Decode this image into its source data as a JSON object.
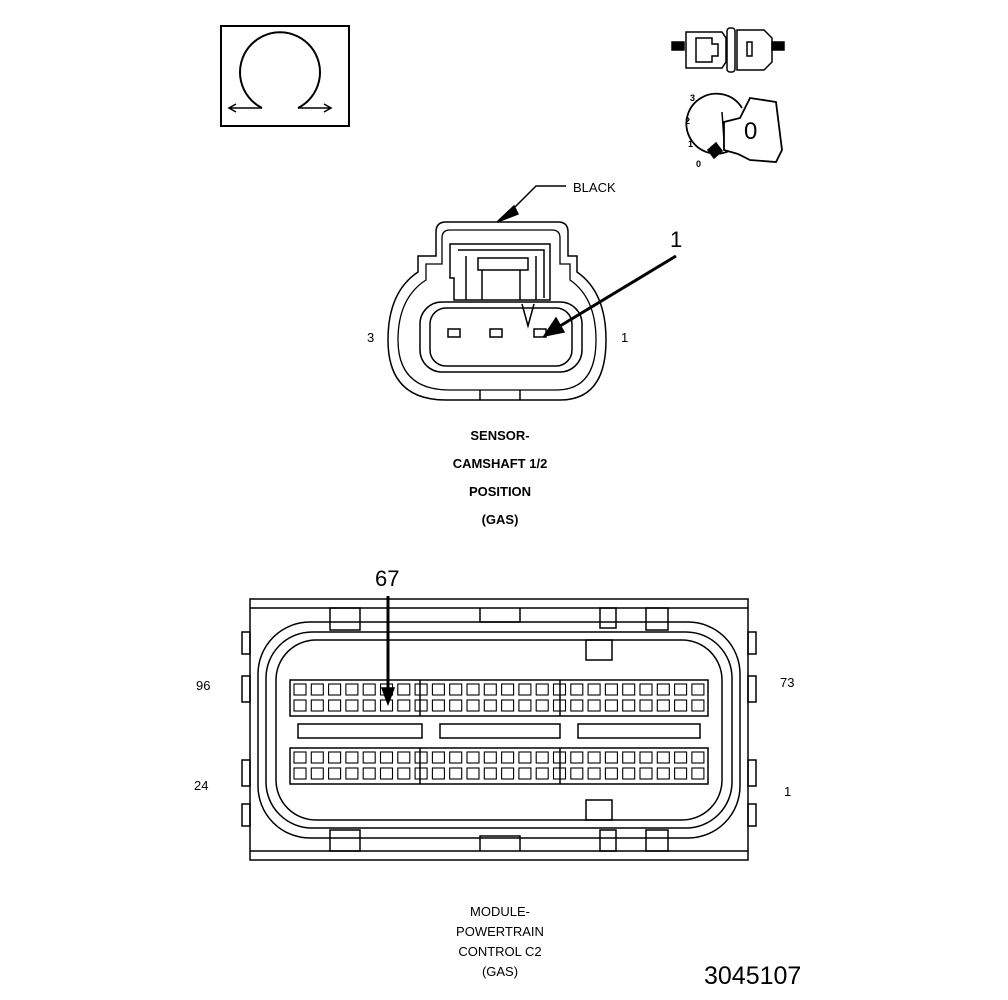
{
  "top_connector": {
    "wire_color": "BLACK",
    "callout": "1",
    "pin_left": "3",
    "pin_right": "1",
    "caption": [
      "SENSOR-",
      "CAMSHAFT 1/2",
      "POSITION",
      "(GAS)"
    ]
  },
  "key_icon": {
    "positions": [
      "3",
      "2",
      "1",
      "0"
    ],
    "key_label": "0"
  },
  "bottom_connector": {
    "callout": "67",
    "pin_top_left": "96",
    "pin_bottom_left": "24",
    "pin_top_right": "73",
    "pin_bottom_right": "1",
    "caption": [
      "MODULE-",
      "POWERTRAIN",
      "CONTROL C2",
      "(GAS)"
    ]
  },
  "figure_id": "3045107"
}
